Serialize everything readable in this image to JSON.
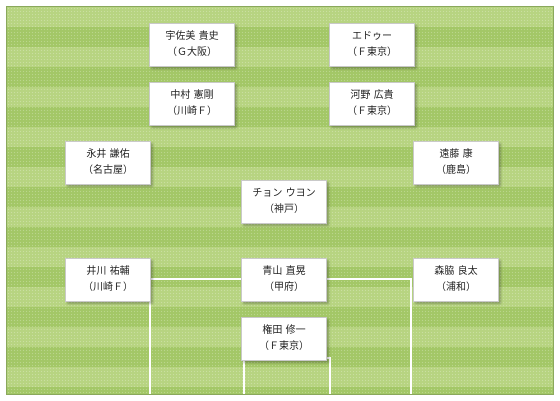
{
  "players": [
    {
      "name": "宇佐美 貴史",
      "club": "（Ｇ大阪）"
    },
    {
      "name": "エドゥー",
      "club": "（Ｆ東京）"
    },
    {
      "name": "中村 憲剛",
      "club": "（川崎Ｆ）"
    },
    {
      "name": "河野 広貴",
      "club": "（Ｆ東京）"
    },
    {
      "name": "永井 謙佑",
      "club": "（名古屋）"
    },
    {
      "name": "遠藤 康",
      "club": "（鹿島）"
    },
    {
      "name": "チョン ウヨン",
      "club": "（神戸）"
    },
    {
      "name": "井川 祐輔",
      "club": "（川崎Ｆ）"
    },
    {
      "name": "青山 直晃",
      "club": "（甲府）"
    },
    {
      "name": "森脇 良太",
      "club": "（浦和）"
    },
    {
      "name": "権田 修一",
      "club": "（Ｆ東京）"
    }
  ],
  "colors": {
    "pitch_light": "#b7d481",
    "pitch_dark": "#a3c767",
    "lines": "#ffffff",
    "card": "#ffffff"
  }
}
